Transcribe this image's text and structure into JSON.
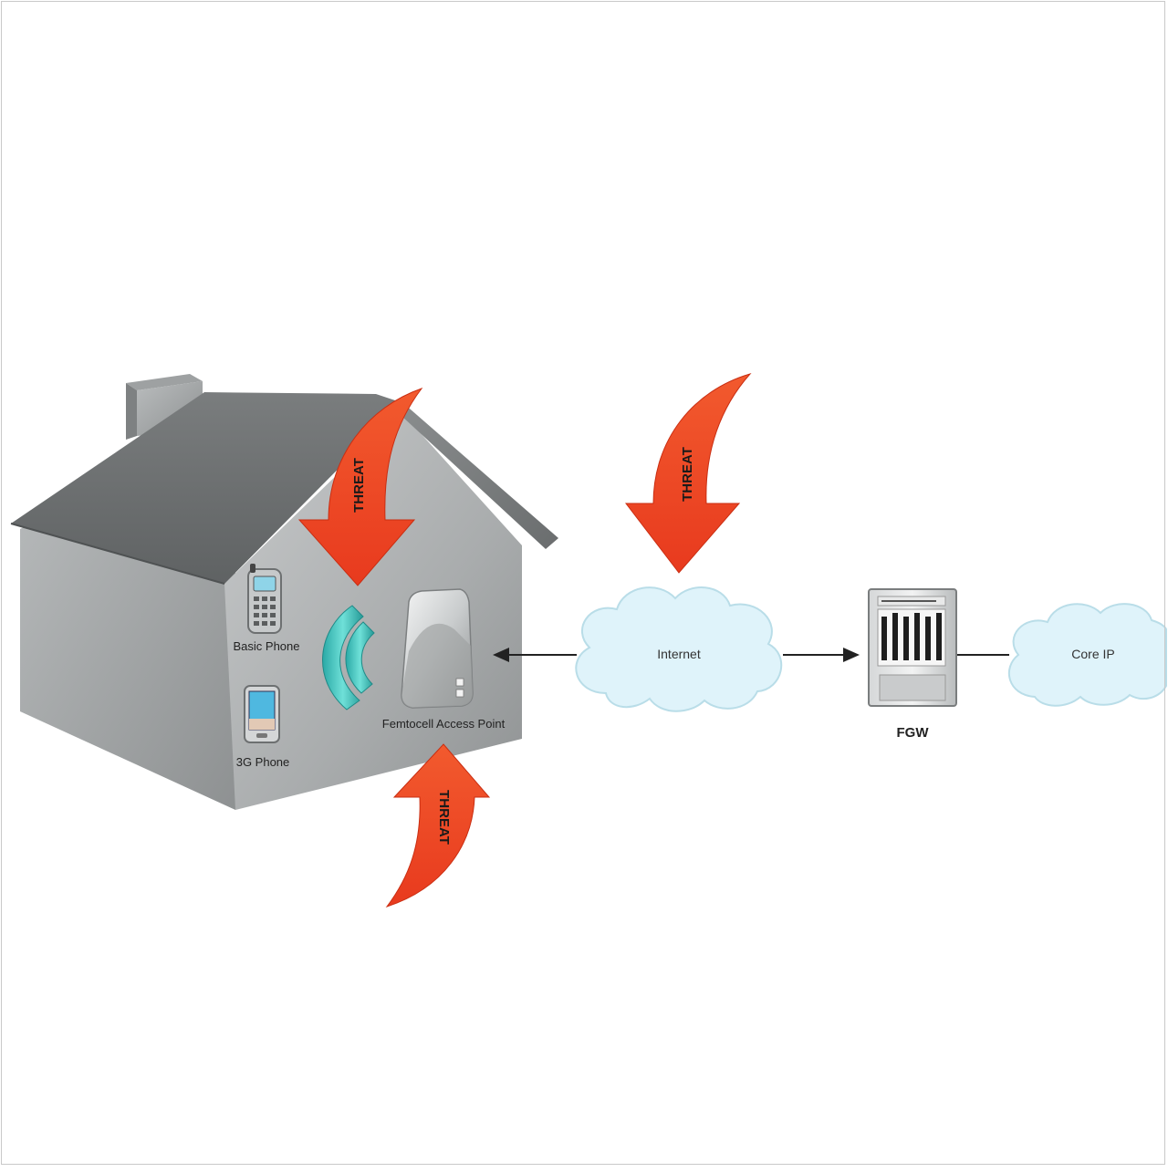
{
  "labels": {
    "basic_phone": "Basic Phone",
    "phone_3g": "3G Phone",
    "femtocell_ap": "Femtocell Access Point",
    "internet": "Internet",
    "fgw": "FGW",
    "core_ip": "Core IP"
  },
  "threats": {
    "roof": "THREAT",
    "internet": "THREAT",
    "ground": "THREAT"
  },
  "colors": {
    "threat_red": "#f04a25",
    "cloud_fill": "#dff3fa",
    "house_wall": "#a7aaab",
    "roof": "#6f7273",
    "signal_teal": "#3cc3bd"
  },
  "icons": {
    "basic_phone": "basic-phone-icon",
    "phone_3g": "smartphone-icon",
    "signal": "wireless-signal-icon",
    "femtocell": "femtocell-device-icon",
    "fgw": "server-gateway-icon",
    "cloud": "cloud-icon"
  }
}
